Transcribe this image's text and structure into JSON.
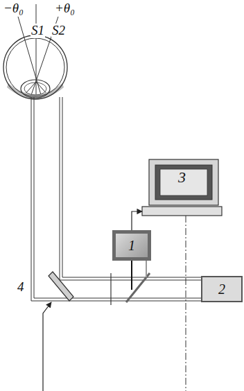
{
  "diagram": {
    "nodes": [
      {
        "text": [
          "3"
        ]
      },
      {
        "text": [
          "1"
        ]
      },
      {
        "text": [
          "2"
        ]
      }
    ],
    "edges": [
      {
        "from": 1,
        "to": 0,
        "arrow": "to"
      }
    ],
    "labels": [
      "−θ₀",
      "+θ₀",
      "S1",
      "S2",
      "4"
    ]
  }
}
